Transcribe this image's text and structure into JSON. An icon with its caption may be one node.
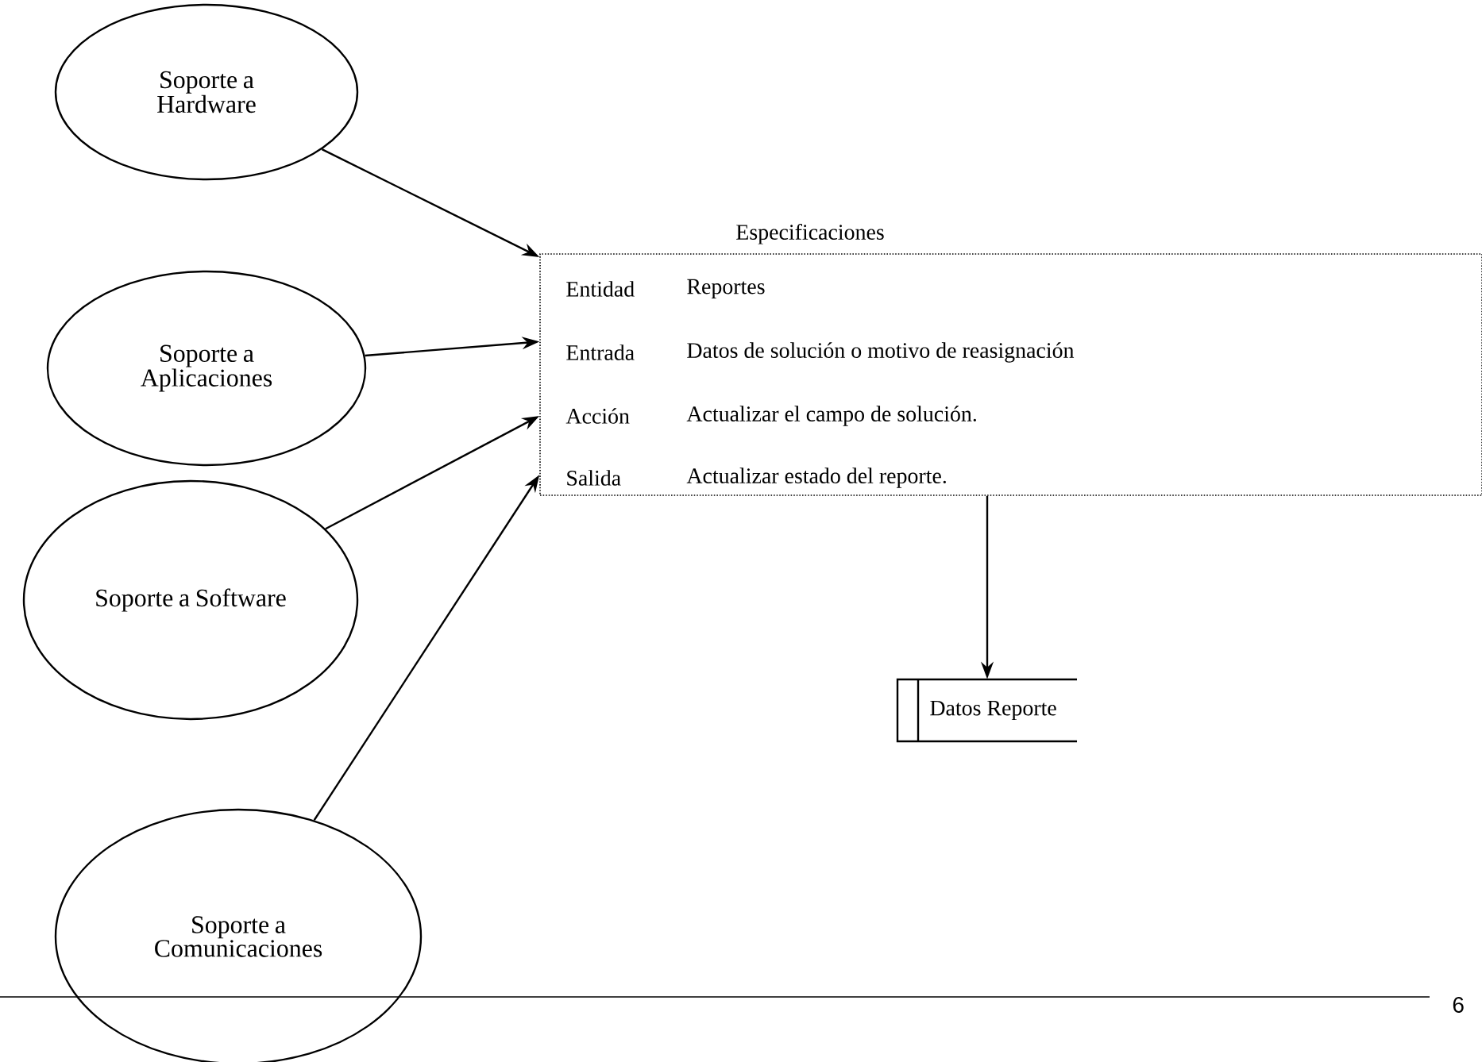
{
  "diagram": {
    "nodes": [
      {
        "text": [
          "Soporte a Hardware"
        ]
      },
      {
        "text": [
          "Soporte a Aplicaciones"
        ]
      },
      {
        "text": [
          "Soporte a Software"
        ]
      },
      {
        "text": [
          "Soporte a Comunicaciones"
        ]
      },
      {
        "text": [
          "Especificaciones",
          "Entidad",
          "Reportes",
          "Entrada",
          "Datos de solución o motivo de reasignación",
          "Acción",
          "Actualizar el campo de solución.",
          "Salida",
          "Actualizar estado del reporte."
        ]
      },
      {
        "text": [
          "Datos Reporte"
        ]
      }
    ],
    "edges": [
      {
        "from": 0,
        "to": 4,
        "arrow": "to"
      },
      {
        "from": 1,
        "to": 4,
        "arrow": "to"
      },
      {
        "from": 2,
        "to": 4,
        "arrow": "to"
      },
      {
        "from": 3,
        "to": 4,
        "arrow": "to"
      },
      {
        "from": 4,
        "to": 5,
        "arrow": "to"
      }
    ],
    "labels": [
      "6"
    ]
  }
}
